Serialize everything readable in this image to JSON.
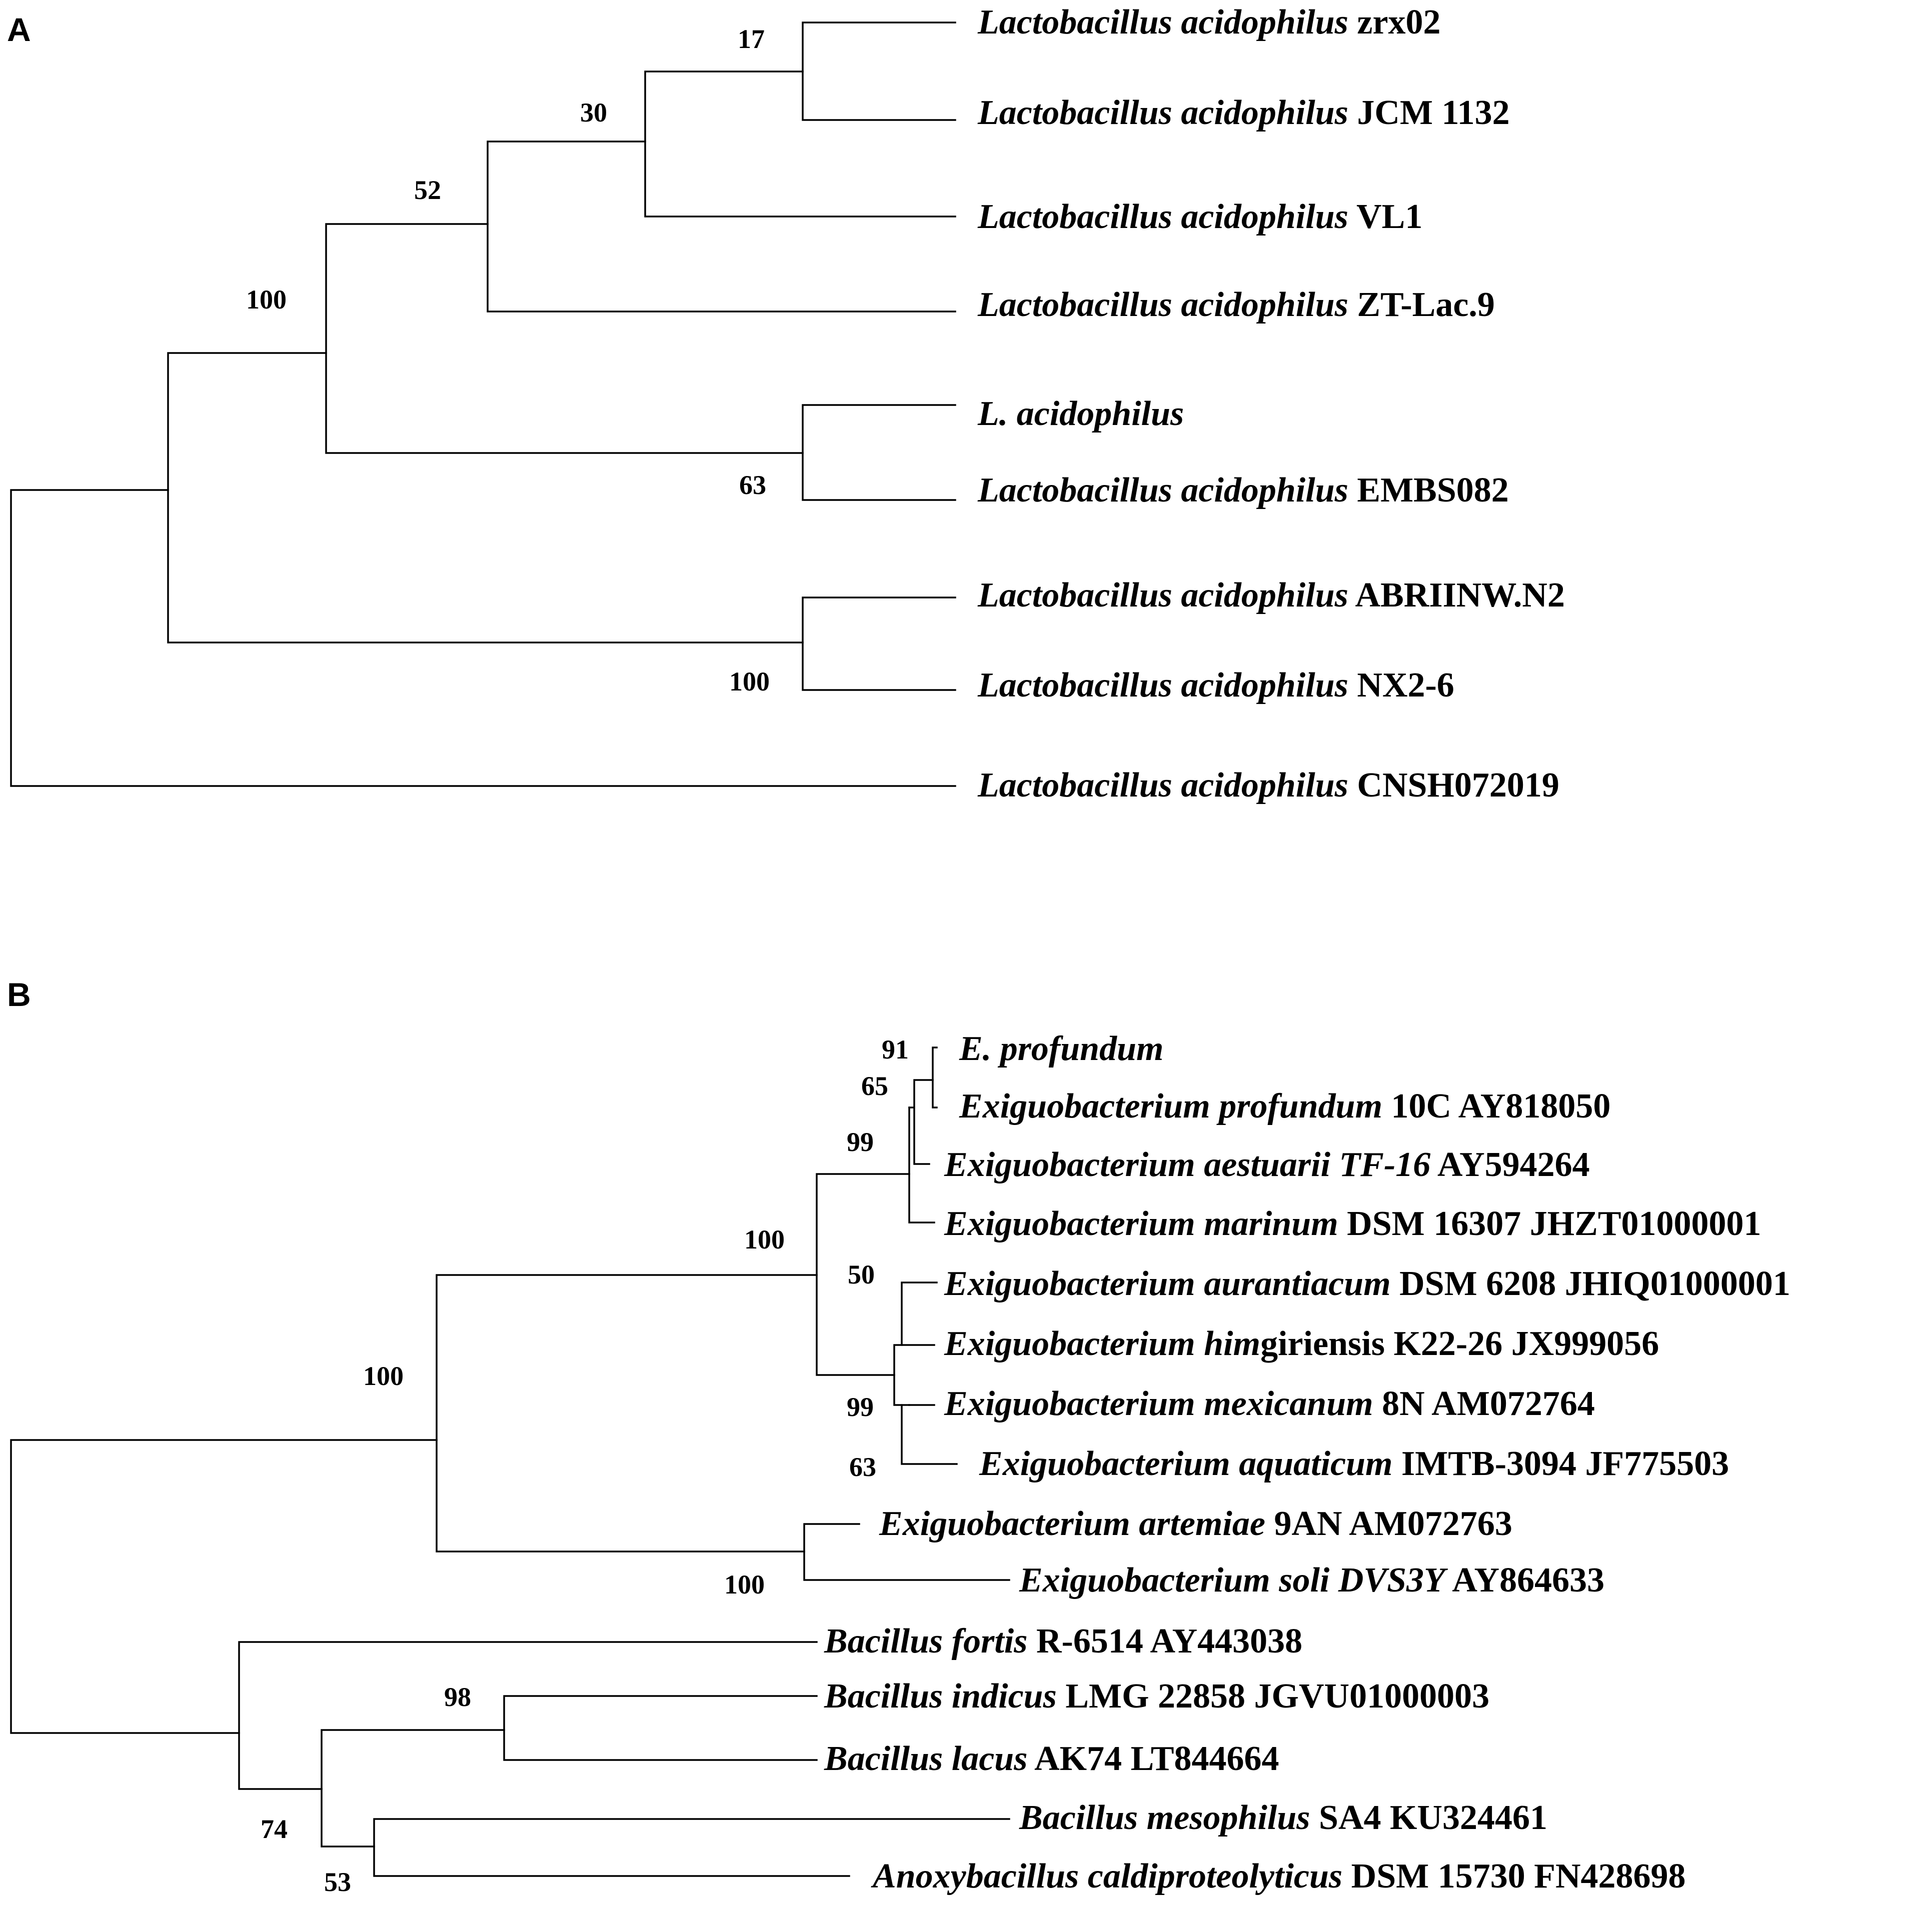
{
  "panels": [
    {
      "letter": "A",
      "taxa": [
        {
          "italic": "Lactobacillus acidophilus",
          "plain": " zrx02"
        },
        {
          "italic": "Lactobacillus acidophilus",
          "plain": " JCM 1132"
        },
        {
          "italic": "Lactobacillus acidophilus",
          "plain": " VL1"
        },
        {
          "italic": "Lactobacillus acidophilus",
          "plain": " ZT-Lac.9"
        },
        {
          "italic": "L. acidophilus",
          "plain": ""
        },
        {
          "italic": "Lactobacillus acidophilus",
          "plain": " EMBS082"
        },
        {
          "italic": "Lactobacillus acidophilus",
          "plain": " ABRIINW.N2"
        },
        {
          "italic": "Lactobacillus acidophilus",
          "plain": " NX2-6"
        },
        {
          "italic": "Lactobacillus acidophilus",
          "plain": " CNSH072019"
        }
      ],
      "bootstrap": [
        "17",
        "30",
        "52",
        "100",
        "63",
        "100"
      ]
    },
    {
      "letter": "B",
      "taxa": [
        {
          "parts": [
            {
              "t": "E. profundum",
              "i": true
            }
          ]
        },
        {
          "parts": [
            {
              "t": "Exiguobacterium profundum",
              "i": true
            },
            {
              "t": " 10C AY818050",
              "i": false
            }
          ]
        },
        {
          "parts": [
            {
              "t": "Exiguobacterium aestuarii TF-16",
              "i": true
            },
            {
              "t": " AY594264",
              "i": false
            }
          ]
        },
        {
          "parts": [
            {
              "t": "Exiguobacterium marinum",
              "i": true
            },
            {
              "t": " DSM 16307 JHZT01000001",
              "i": false
            }
          ]
        },
        {
          "parts": [
            {
              "t": "Exiguobacterium aurantiacum",
              "i": true
            },
            {
              "t": " DSM 6208 JHIQ01000001",
              "i": false
            }
          ]
        },
        {
          "parts": [
            {
              "t": "Exiguobacterium him",
              "i": true
            },
            {
              "t": "giriensis K22-26 JX999056",
              "i": false
            }
          ]
        },
        {
          "parts": [
            {
              "t": "Exiguobacterium mexicanum",
              "i": true
            },
            {
              "t": " 8N AM072764",
              "i": false
            }
          ]
        },
        {
          "parts": [
            {
              "t": "Exiguobacterium aquaticum",
              "i": true
            },
            {
              "t": " IMTB-3094 JF775503",
              "i": false
            }
          ]
        },
        {
          "parts": [
            {
              "t": "Exiguobacterium artemiae",
              "i": true
            },
            {
              "t": " 9AN AM072763",
              "i": false
            }
          ]
        },
        {
          "parts": [
            {
              "t": "Exiguobacterium soli DVS3Y",
              "i": true
            },
            {
              "t": " AY864633",
              "i": false
            }
          ]
        },
        {
          "parts": [
            {
              "t": "Bacillus fortis",
              "i": true
            },
            {
              "t": " R-6514 AY443038",
              "i": false
            }
          ]
        },
        {
          "parts": [
            {
              "t": "Bacillus indicus",
              "i": true
            },
            {
              "t": " LMG 22858 JGVU01000003",
              "i": false
            }
          ]
        },
        {
          "parts": [
            {
              "t": "Bacillus lacus",
              "i": true
            },
            {
              "t": " AK74 LT844664",
              "i": false
            }
          ]
        },
        {
          "parts": [
            {
              "t": "Bacillus mesophilus",
              "i": true
            },
            {
              "t": " SA4 KU324461",
              "i": false
            }
          ]
        },
        {
          "parts": [
            {
              "t": "Anoxybacillus caldiproteolyticus",
              "i": true
            },
            {
              "t": " DSM 15730 FN428698",
              "i": false
            }
          ]
        }
      ],
      "bootstrap": [
        "91",
        "65",
        "99",
        "100",
        "50",
        "99",
        "63",
        "100",
        "100",
        "98",
        "74",
        "53"
      ]
    }
  ]
}
